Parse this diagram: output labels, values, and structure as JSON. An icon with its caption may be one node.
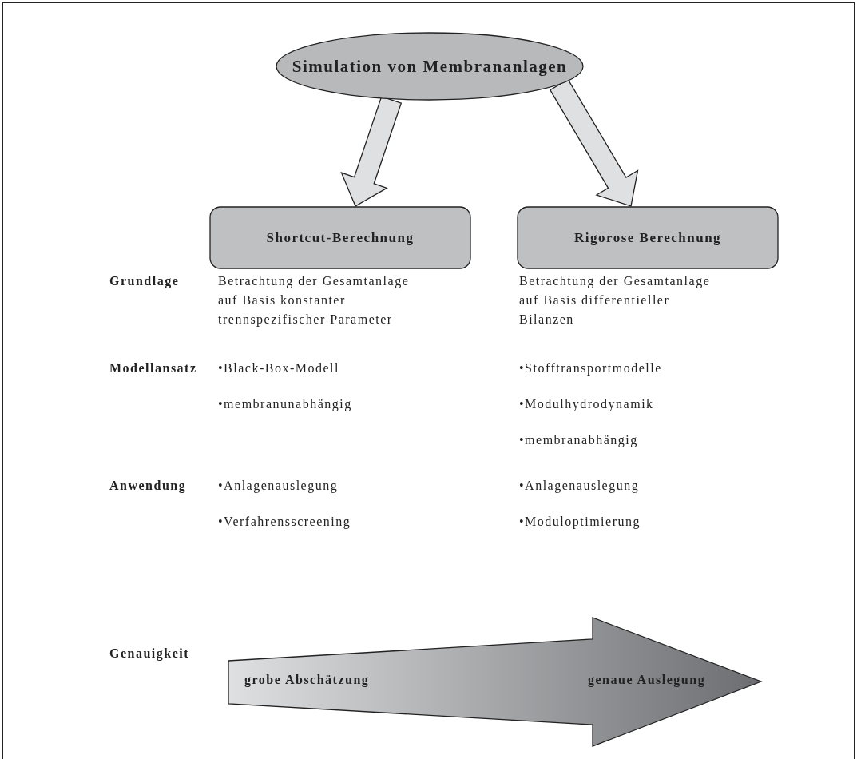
{
  "diagram": {
    "nodes": [
      {
        "text": [
          "Simulation von Membrananlagen"
        ]
      },
      {
        "text": [
          "Shortcut-Berechnung"
        ]
      },
      {
        "text": [
          "Rigorose Berechnung"
        ]
      },
      {
        "text": [
          "grobe Abschätzung",
          "genaue Auslegung"
        ]
      }
    ],
    "edges": [
      {
        "from": 0,
        "to": 1,
        "arrow": "to"
      },
      {
        "from": 0,
        "to": 2,
        "arrow": "to"
      }
    ],
    "labels": [
      "Grundlage",
      "Betrachtung der Gesamtanlage auf Basis konstanter trennspezifischer Parameter",
      "Betrachtung der Gesamtanlage auf Basis differentieller Bilanzen",
      "Modellansatz",
      "•Black-Box-Modell",
      "•Stofftransportmodelle",
      "•membranunabhängig",
      "•Modulhydrodynamik",
      "•membranabhängig",
      "Anwendung",
      "•Anlagenauslegung",
      "•Anlagenauslegung",
      "•Verfahrensscreening",
      "•Moduloptimierung",
      "Genauigkeit"
    ]
  }
}
